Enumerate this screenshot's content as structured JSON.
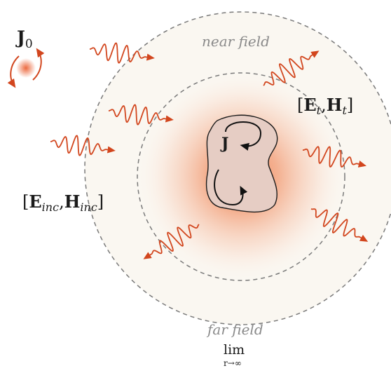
{
  "labels": {
    "source_current": "J",
    "source_current_sub": "0",
    "scatterer_current": "J",
    "near_field": "near field",
    "far_field": "far field",
    "limit_main": "lim",
    "limit_sub": "r→∞",
    "transmitted_field": {
      "open": "[",
      "E": "E",
      "E_sub": "t",
      "comma": ",",
      "H": "H",
      "H_sub": "t",
      "close": "]"
    },
    "incident_field": {
      "open": "[",
      "E": "E",
      "E_sub": "inc",
      "comma": ",",
      "H": "H",
      "H_sub": "inc",
      "close": "]"
    }
  },
  "colors": {
    "wave": "#d2461e",
    "glow_center": "#ef7a4c",
    "outer_region": "#faf7f1",
    "scatterer_fill": "#e6cdc4",
    "dashed_circle": "#7a7a7a",
    "gray_text": "#8a8a8a"
  }
}
